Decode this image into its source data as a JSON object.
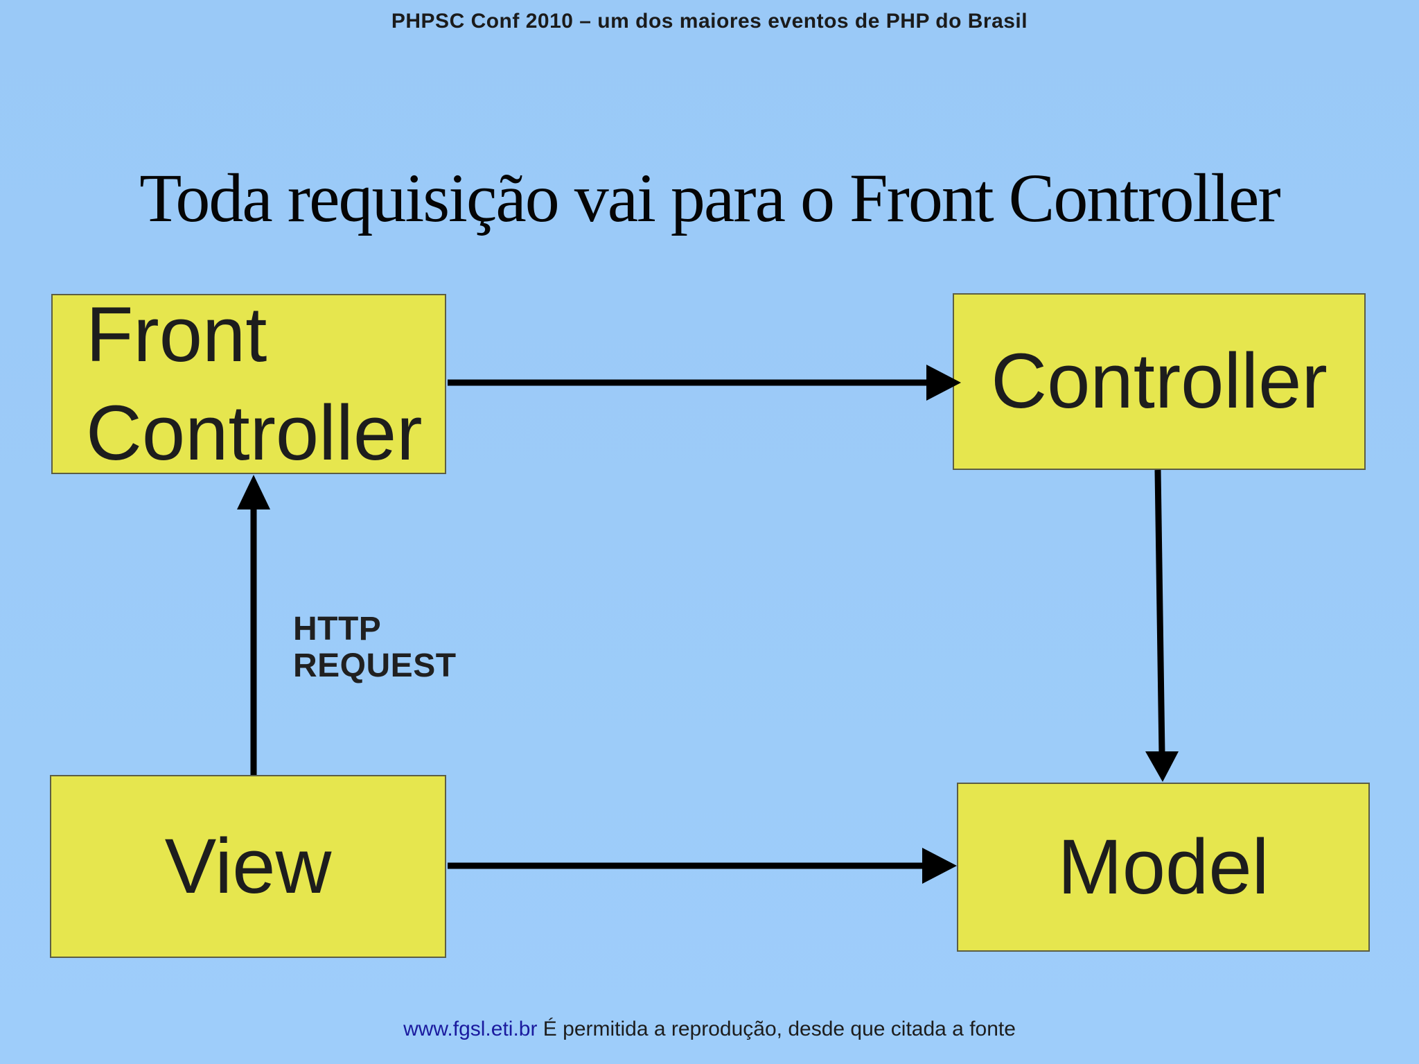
{
  "header": {
    "text": "PHPSC Conf 2010 – um dos maiores eventos de PHP do Brasil"
  },
  "slide": {
    "title": "Toda requisição vai para o Front Controller",
    "boxes": {
      "front_controller": {
        "label": "Front Controller"
      },
      "controller": {
        "label": "Controller"
      },
      "view": {
        "label": "View"
      },
      "model": {
        "label": "Model"
      }
    },
    "arrows": {
      "http_request_label": "HTTP REQUEST"
    },
    "colors": {
      "background": "#9ccbf9",
      "box_fill": "#e6e64e",
      "box_border": "#5c5e44",
      "arrow": "#000000",
      "link": "#1a1a9e",
      "text": "#1d1d1d"
    }
  },
  "footer": {
    "link_text": "www.fgsl.eti.br",
    "text": "É permitida a reprodução, desde que citada a fonte"
  }
}
